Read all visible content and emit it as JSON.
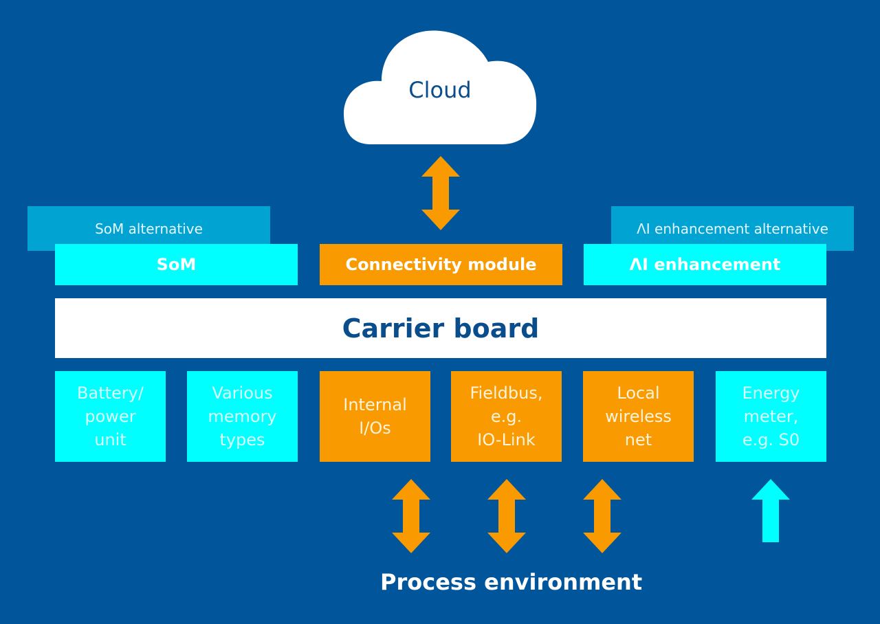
{
  "colors": {
    "background": "#00559b",
    "cyan": "#00ffff",
    "orange": "#f99a00",
    "alt_blue": "#00a3d2",
    "white": "#ffffff",
    "dark_blue_text": "#0a4d8c"
  },
  "cloud": {
    "label": "Cloud"
  },
  "top_modules": {
    "som_alternative": "SoM alternative",
    "som": "SoM",
    "connectivity": "Connectivity module",
    "ai_alternative": "ΛI enhancement alternative",
    "ai": "ΛI enhancement"
  },
  "carrier": {
    "label": "Carrier board"
  },
  "bottom_modules": [
    {
      "label": "Battery/\npower\nunit",
      "color": "cyan"
    },
    {
      "label": "Various\nmemory\ntypes",
      "color": "cyan"
    },
    {
      "label": "Internal\nI/Os",
      "color": "orange"
    },
    {
      "label": "Fieldbus,\ne.g.\nIO-Link",
      "color": "orange"
    },
    {
      "label": "Local\nwireless\nnet",
      "color": "orange"
    },
    {
      "label": "Energy\nmeter,\ne.g. S0",
      "color": "cyan"
    }
  ],
  "arrows": {
    "cloud_connectivity": "bidirectional",
    "internal_io": "bidirectional",
    "fieldbus": "bidirectional",
    "wireless": "bidirectional",
    "energy_meter": "up"
  },
  "process": {
    "label": "Process environment"
  }
}
